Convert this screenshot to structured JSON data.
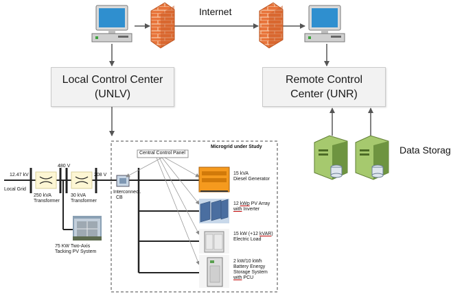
{
  "internet": "Internet",
  "local_center": {
    "line1": "Local Control Center",
    "line2": "(UNLV)"
  },
  "remote_center": {
    "line1": "Remote Control",
    "line2": "Center (UNR)"
  },
  "data_storage": "Data Storage",
  "microgrid_title": "Microgrid under Study",
  "central_control_panel": "Central Control Panel",
  "grid": {
    "v1": "12.47 kV",
    "v2": "480 V",
    "v3": "208 V",
    "local_grid": "Local Grid",
    "t1_line1": "250 kVA",
    "t1_line2": "Transformer",
    "t2_line1": "30 kVA",
    "t2_line2": "Transformer",
    "cb_line1": "Interconnect.",
    "cb_line2": "CB",
    "pv_line1": "75 KW Two-Axis",
    "pv_line2": "Tacking PV System"
  },
  "devices": {
    "diesel_line1": "15 kVA",
    "diesel_line2": "Diesel Generator",
    "pv_a": "12 ",
    "pv_b": "kWp",
    "pv_c": " PV Array",
    "pv_d": "with",
    "pv_e": " Inverter",
    "load_a": "15 kW (+12 ",
    "load_b": "kVAR",
    "load_c": ")",
    "load_line2": "Electric Load",
    "bess_line1": "2 kW/10 kWh",
    "bess_line2": "Battery Energy",
    "bess_line3": "Storage System",
    "bess_d": "with",
    "bess_e": " PCU"
  },
  "colors": {
    "firewall": "#e8743a",
    "server": "#8fb85a",
    "transformer_bg": "#fdf6d4",
    "box_bg": "#f2f2f2",
    "dashed_border": "#444444"
  }
}
